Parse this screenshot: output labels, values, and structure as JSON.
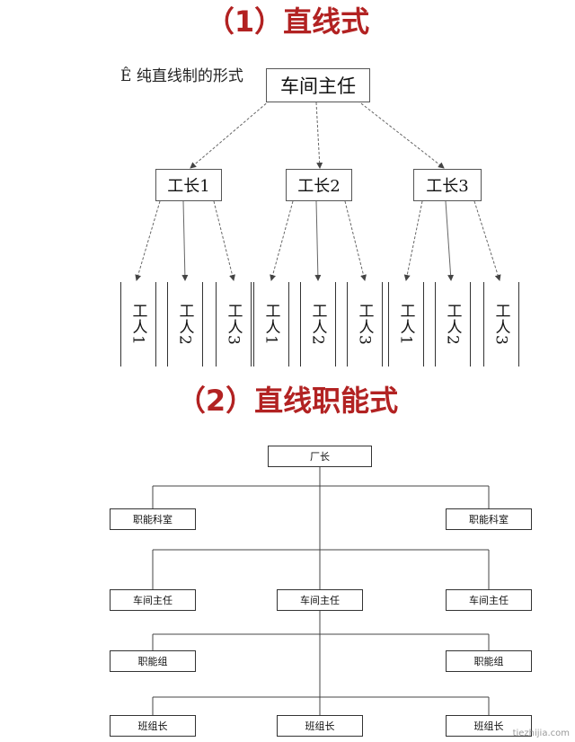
{
  "section1": {
    "title": "（1）直线式",
    "subtitle": "Ê  纯直线制的形式",
    "top": "车间主任",
    "foremen": [
      {
        "label": "工长1",
        "workers": [
          "工人1",
          "工人2",
          "工人3"
        ]
      },
      {
        "label": "工长2",
        "workers": [
          "工人1",
          "工人2",
          "工人3"
        ]
      },
      {
        "label": "工长3",
        "workers": [
          "工人1",
          "工人2",
          "工人3"
        ]
      }
    ]
  },
  "section2": {
    "title": "（2）直线职能式",
    "factory_head": "厂长",
    "func_offices": [
      "职能科室",
      "职能科室"
    ],
    "workshop_heads": [
      "车间主任",
      "车间主任",
      "车间主任"
    ],
    "func_groups": [
      "职能组",
      "职能组"
    ],
    "team_leaders": [
      "班组长",
      "班组长",
      "班组长"
    ]
  },
  "watermark": "tiezhijia.com"
}
